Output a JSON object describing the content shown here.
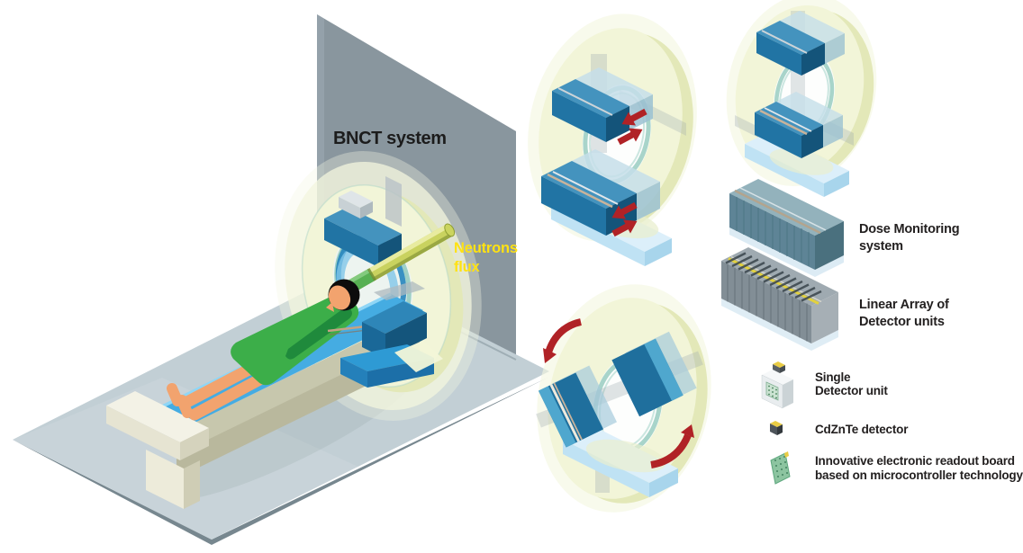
{
  "scene": {
    "system_label": "BNCT system",
    "beam_label": "Neutrons\nflux"
  },
  "legend": {
    "dose_monitoring": "Dose Monitoring\nsystem",
    "linear_array": "Linear Array of\nDetector units",
    "single_detector": "Single\nDetector unit",
    "cdznte": "CdZnTe detector",
    "readout_board": "Innovative electronic readout board\nbased on microcontroller technology"
  },
  "icons": {
    "patient_couch": "patient-on-treatment-couch-icon",
    "gantry_ring": "gantry-ring-icon",
    "neutron_beam": "neutron-beam-icon",
    "translation_arrows": "opposing-red-arrows-icon",
    "rotation_arrows": "curved-red-rotation-arrows-icon",
    "dose_monitoring_box": "dose-monitoring-bar-icon",
    "linear_array_box": "segmented-detector-bar-icon",
    "single_detector_unit": "detector-module-icon",
    "cdznte_chip": "cdznte-chip-icon",
    "readout_board": "green-pcb-icon"
  },
  "colors": {
    "ring_yellow": "#F2F5D8",
    "ring_shade": "#E3E8B8",
    "teal_ring": "#A8D4CA",
    "detector_blue": "#2174A4",
    "detector_blue_light": "#4493BE",
    "platform_blue": "#BFE2F4",
    "arrow_red": "#B02226",
    "beam_yellow_green": "#C9D25F",
    "label_yellow": "#FFE212",
    "wall_gray": "#8C99A0",
    "floor_gray_blue": "#C2CFD5",
    "couch_blue": "#45ACE2",
    "patient_green": "#3CAE49",
    "skin": "#F2A36E",
    "text_dark": "#232020"
  }
}
